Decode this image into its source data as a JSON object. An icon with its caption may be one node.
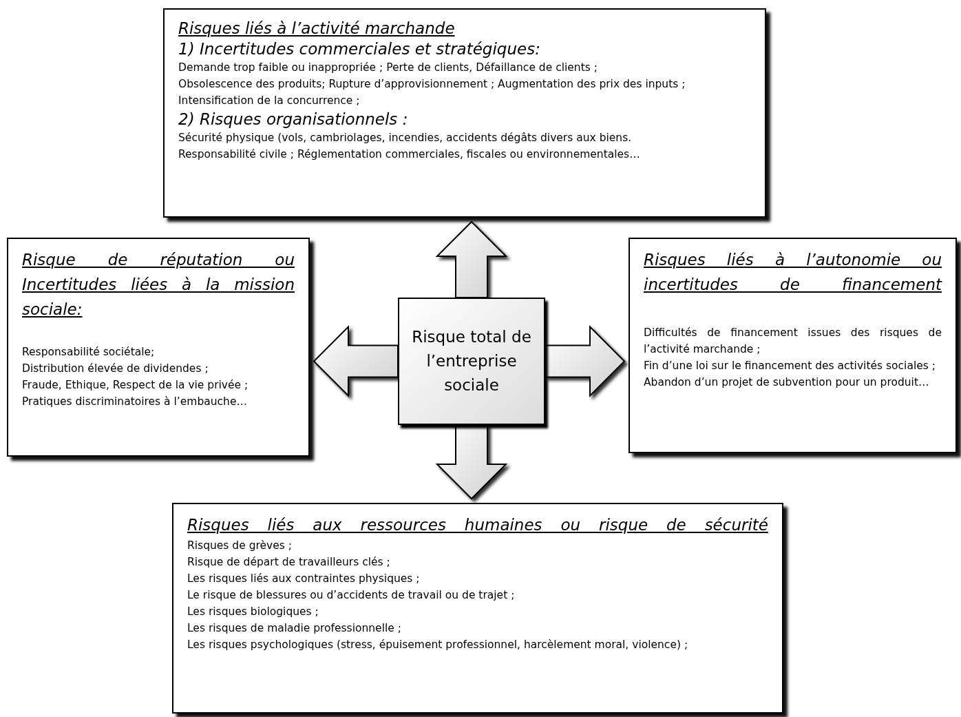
{
  "diagram": {
    "nodes": [
      {
        "text": [
          "Risques liés à l’activité marchande",
          "1) Incertitudes commerciales et stratégiques:",
          "Demande trop faible ou inappropriée ; Perte de clients, Défaillance de clients ;",
          "Obsolescence des produits; Rupture d’approvisionnement ; Augmentation des prix des inputs ;",
          "Intensification de la concurrence ;",
          "2) Risques organisationnels :",
          "Sécurité physique (vols, cambriolages, incendies, accidents dégâts divers aux biens.",
          "Responsabilité civile ; Réglementation commerciales, fiscales ou environnementales…"
        ]
      },
      {
        "text": [
          "Risque de réputation ou Incertitudes liées à la mission sociale:",
          "Responsabilité sociétale;",
          "Distribution élevée de dividendes ;",
          "Fraude, Ethique, Respect de la vie privée ;",
          "Pratiques discriminatoires à l’embauche…"
        ]
      },
      {
        "text": [
          "Risque total de l’entreprise sociale"
        ]
      },
      {
        "text": [
          "Risques liés à l’autonomie ou incertitudes de financement",
          "Difficultés de financement issues des risques de l’activité marchande ;",
          "Fin d’une loi sur le financement des activités sociales ;",
          "Abandon d’un projet de subvention pour un produit…"
        ]
      },
      {
        "text": [
          "Risques liés aux ressources humaines ou risque de sécurité",
          "Risques de grèves ;",
          "Risque de départ de travailleurs clés ;",
          "Les risques liés aux contraintes physiques ;",
          "Le risque de blessures ou d’accidents de travail ou de trajet ;",
          "Les risques biologiques ;",
          "Les risques de maladie professionnelle ;",
          "Les risques psychologiques (stress, épuisement professionnel, harcèlement moral, violence) ;"
        ]
      }
    ],
    "edges": [
      {
        "from": 2,
        "to": 0,
        "arrow": "to"
      },
      {
        "from": 2,
        "to": 1,
        "arrow": "to"
      },
      {
        "from": 2,
        "to": 3,
        "arrow": "to"
      },
      {
        "from": 2,
        "to": 4,
        "arrow": "to"
      }
    ]
  }
}
